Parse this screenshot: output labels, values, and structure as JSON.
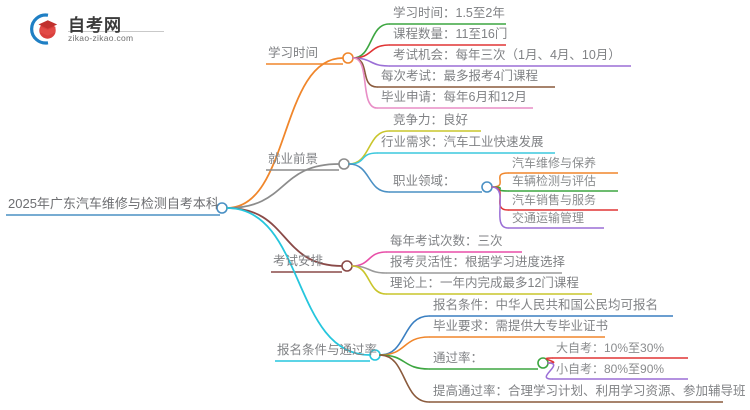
{
  "branding": {
    "logo_icon": "graduation-cap-circle-logo",
    "wordmark": "自考网",
    "url": "zikao-zikao.com",
    "logo_blue": "#1f7fc4",
    "logo_red": "#d93f3c"
  },
  "mindmap": {
    "type": "mindmap",
    "root": {
      "label": "2025年广东汽车维修与检测自考本科",
      "color": "#4a90c4"
    },
    "branches": [
      {
        "label": "学习时间",
        "color": "#f0862b",
        "children": [
          {
            "label": "学习时间：1.5至2年",
            "color": "#3da641"
          },
          {
            "label": "课程数量：11至16门",
            "color": "#e03535"
          },
          {
            "label": "考试机会：每年三次（1月、4月、10月）",
            "color": "#9b6fd6"
          },
          {
            "label": "每次考试：最多报考4门课程",
            "color": "#8a5a3c"
          },
          {
            "label": "毕业申请：每年6月和12月",
            "color": "#e88ec6"
          }
        ]
      },
      {
        "label": "就业前景",
        "color": "#8c8c8c",
        "children": [
          {
            "label": "竞争力：良好",
            "color": "#c9c52b"
          },
          {
            "label": "行业需求：汽车工业快速发展",
            "color": "#3cc8dd"
          },
          {
            "label": "职业领域：",
            "color": "#4a90c4",
            "children": [
              {
                "label": "汽车维修与保养",
                "color": "#f0862b"
              },
              {
                "label": "车辆检测与评估",
                "color": "#3da641"
              },
              {
                "label": "汽车销售与服务",
                "color": "#e03535"
              },
              {
                "label": "交通运输管理",
                "color": "#9b6fd6"
              }
            ]
          }
        ]
      },
      {
        "label": "考试安排",
        "color": "#8a4a48",
        "children": [
          {
            "label": "每年考试次数：三次",
            "color": "#e84fa8"
          },
          {
            "label": "报考灵活性：根据学习进度选择",
            "color": "#9a9a9a"
          },
          {
            "label": "理论上：一年内完成最多12门课程",
            "color": "#c9c52b"
          }
        ]
      },
      {
        "label": "报名条件与通过率",
        "color": "#26c6dd",
        "children": [
          {
            "label": "报名条件：中华人民共和国公民均可报名",
            "color": "#3a7fc1"
          },
          {
            "label": "毕业要求：需提供大专毕业证书",
            "color": "#f0862b"
          },
          {
            "label": "通过率：",
            "color": "#3da641",
            "children": [
              {
                "label": "大自考：10%至30%",
                "color": "#e03535"
              },
              {
                "label": "小自考：80%至90%",
                "color": "#9b6fd6"
              }
            ]
          },
          {
            "label": "提高通过率：合理学习计划、利用学习资源、参加辅导班",
            "color": "#8a5a3c"
          }
        ]
      }
    ]
  }
}
